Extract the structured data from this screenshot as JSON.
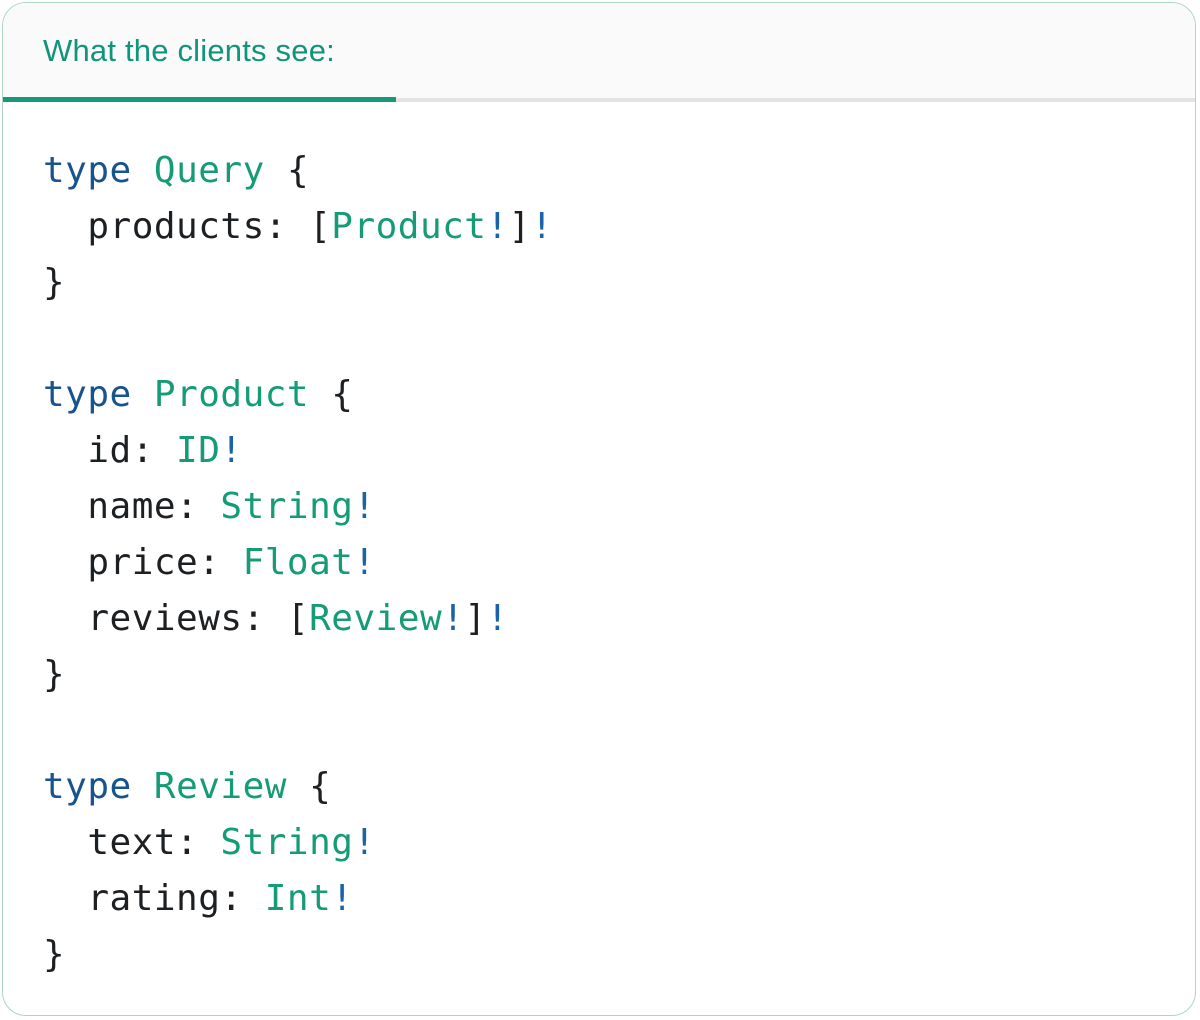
{
  "header": {
    "tab_label": "What the clients see:"
  },
  "colors": {
    "header_text": "#10947a",
    "accent_green": "#15997b",
    "header_bg": "#fafafa",
    "divider_gray": "#e3e3e3",
    "card_border": "#aed6c3",
    "card_bg": "#ffffff",
    "keyword_blue": "#17538f",
    "type_green": "#159c77",
    "bang_blue": "#1b63a8",
    "plain_dark": "#1d2023"
  },
  "code": {
    "language": "graphql-schema",
    "lines": [
      {
        "segments": [
          {
            "t": "type",
            "s": "keyword"
          },
          {
            "t": " ",
            "s": "plain"
          },
          {
            "t": "Query",
            "s": "type"
          },
          {
            "t": " {",
            "s": "plain"
          }
        ]
      },
      {
        "segments": [
          {
            "t": "  products: [",
            "s": "plain"
          },
          {
            "t": "Product",
            "s": "type"
          },
          {
            "t": "!",
            "s": "bang"
          },
          {
            "t": "]",
            "s": "plain"
          },
          {
            "t": "!",
            "s": "bang"
          }
        ]
      },
      {
        "segments": [
          {
            "t": "}",
            "s": "plain"
          }
        ]
      },
      {
        "segments": []
      },
      {
        "segments": [
          {
            "t": "type",
            "s": "keyword"
          },
          {
            "t": " ",
            "s": "plain"
          },
          {
            "t": "Product",
            "s": "type"
          },
          {
            "t": " {",
            "s": "plain"
          }
        ]
      },
      {
        "segments": [
          {
            "t": "  id: ",
            "s": "plain"
          },
          {
            "t": "ID",
            "s": "type"
          },
          {
            "t": "!",
            "s": "bang"
          }
        ]
      },
      {
        "segments": [
          {
            "t": "  name: ",
            "s": "plain"
          },
          {
            "t": "String",
            "s": "type"
          },
          {
            "t": "!",
            "s": "bang"
          }
        ]
      },
      {
        "segments": [
          {
            "t": "  price: ",
            "s": "plain"
          },
          {
            "t": "Float",
            "s": "type"
          },
          {
            "t": "!",
            "s": "bang"
          }
        ]
      },
      {
        "segments": [
          {
            "t": "  reviews: [",
            "s": "plain"
          },
          {
            "t": "Review",
            "s": "type"
          },
          {
            "t": "!",
            "s": "bang"
          },
          {
            "t": "]",
            "s": "plain"
          },
          {
            "t": "!",
            "s": "bang"
          }
        ]
      },
      {
        "segments": [
          {
            "t": "}",
            "s": "plain"
          }
        ]
      },
      {
        "segments": []
      },
      {
        "segments": [
          {
            "t": "type",
            "s": "keyword"
          },
          {
            "t": " ",
            "s": "plain"
          },
          {
            "t": "Review",
            "s": "type"
          },
          {
            "t": " {",
            "s": "plain"
          }
        ]
      },
      {
        "segments": [
          {
            "t": "  text: ",
            "s": "plain"
          },
          {
            "t": "String",
            "s": "type"
          },
          {
            "t": "!",
            "s": "bang"
          }
        ]
      },
      {
        "segments": [
          {
            "t": "  rating: ",
            "s": "plain"
          },
          {
            "t": "Int",
            "s": "type"
          },
          {
            "t": "!",
            "s": "bang"
          }
        ]
      },
      {
        "segments": [
          {
            "t": "}",
            "s": "plain"
          }
        ]
      }
    ]
  }
}
